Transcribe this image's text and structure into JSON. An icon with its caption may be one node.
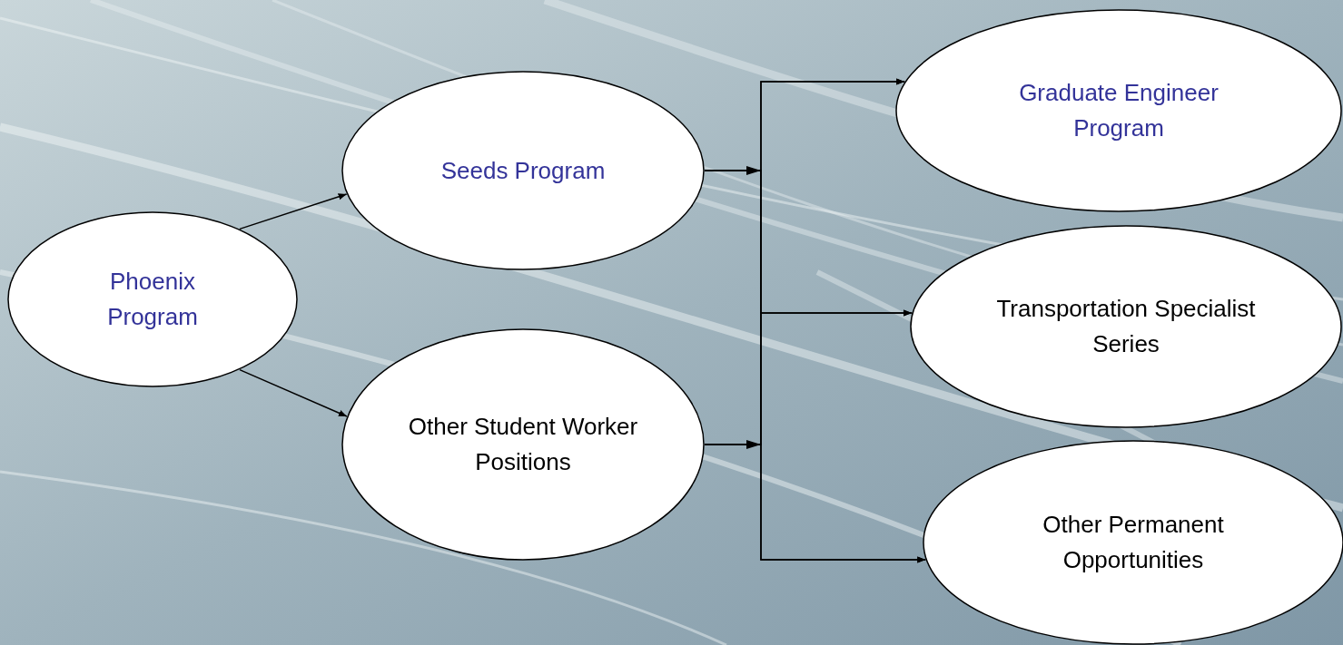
{
  "diagram": {
    "nodes": [
      {
        "text": [
          "Phoenix Program"
        ]
      },
      {
        "text": [
          "Seeds Program"
        ]
      },
      {
        "text": [
          "Other Student Worker  Positions"
        ]
      },
      {
        "text": [
          "Graduate Engineer Program"
        ]
      },
      {
        "text": [
          "Transportation Specialist Series"
        ]
      },
      {
        "text": [
          "Other Permanent Opportunities"
        ]
      }
    ],
    "edges": [
      {
        "from": 0,
        "to": 1,
        "arrow": "to"
      },
      {
        "from": 0,
        "to": 2,
        "arrow": "to"
      },
      {
        "from": 1,
        "to": 3,
        "arrow": "to"
      },
      {
        "from": 1,
        "to": 4,
        "arrow": "to"
      },
      {
        "from": 1,
        "to": 5,
        "arrow": "to"
      },
      {
        "from": 2,
        "to": 3,
        "arrow": "to"
      },
      {
        "from": 2,
        "to": 4,
        "arrow": "to"
      },
      {
        "from": 2,
        "to": 5,
        "arrow": "to"
      }
    ]
  }
}
